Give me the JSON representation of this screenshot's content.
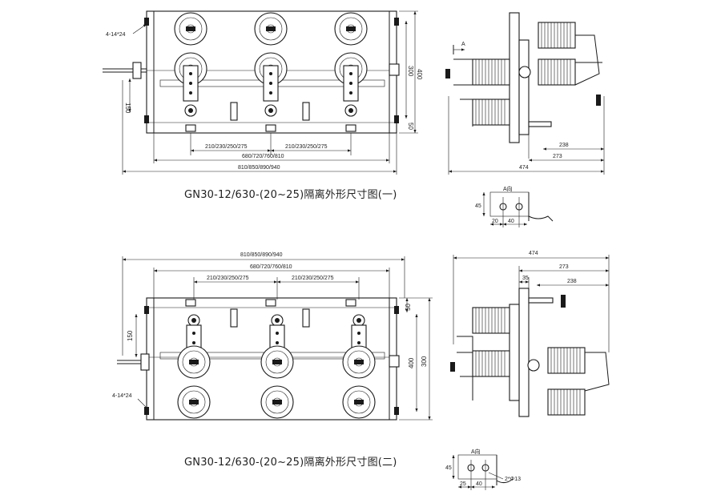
{
  "captions": {
    "top": "GN30-12/630-(20~25)隔离外形尺寸图(一)",
    "bottom": "GN30-12/630-(20~25)隔离外形尺寸图(二)"
  },
  "view1": {
    "holes": "4-14*24",
    "total": "810/850/890/940",
    "mount": "680/720/760/810",
    "pitch": "210/230/250/275",
    "h400": "400",
    "h300": "300",
    "d150": "150",
    "d50": "50"
  },
  "side1": {
    "section": "A",
    "d238": "238",
    "d273": "273",
    "d474": "474"
  },
  "detail1": {
    "label": "A向",
    "d45": "45",
    "d20": "20",
    "d40": "40"
  },
  "view2": {
    "holes": "4-14*24",
    "total": "810/850/890/940",
    "mount": "680/720/760/810",
    "pitch": "210/230/250/275",
    "h400": "400",
    "h300": "300",
    "d150": "150",
    "d50": "50"
  },
  "side2": {
    "d474": "474",
    "d273": "273",
    "d35": "35",
    "d238": "238"
  },
  "detail2": {
    "label": "A向",
    "d45": "45",
    "d25": "25",
    "d40": "40",
    "holes": "2*Φ13"
  }
}
